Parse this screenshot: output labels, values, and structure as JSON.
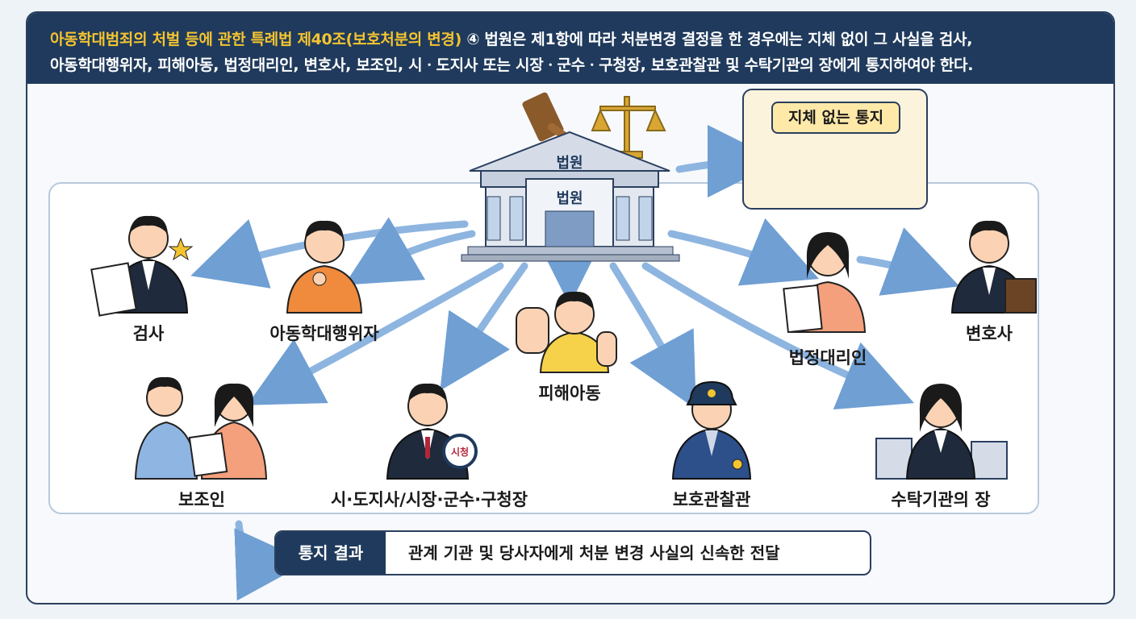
{
  "header": {
    "line1_gold": "아동학대범죄의 처벌 등에 관한 특례법 제40조(보호처분의 변경)",
    "line1_rest": " ④ 법원은 제1항에 따라 처분변경 결정을 한 경우에는 지체 없이 그 사실을 검사,",
    "line2": "아동학대행위자, 피해아동, 법정대리인, 변호사, 보조인, 시ㆍ도지사 또는 시장ㆍ군수ㆍ구청장, 보호관찰관 및 수탁기관의 장에게 통지하여야 한다."
  },
  "court": {
    "sign_top": "법원",
    "sign_main": "법원"
  },
  "notice": {
    "title": "지체 없는 통지"
  },
  "recipients": {
    "prosecutor": "검사",
    "abuser": "아동학대행위자",
    "victim": "피해아동",
    "legal_rep": "법정대리인",
    "lawyer": "변호사",
    "assistant": "보조인",
    "governor": "시·도지사/시장·군수·구청장",
    "probation": "보호관찰관",
    "consignee": "수탁기관의 장"
  },
  "governor_badge": "시청",
  "result": {
    "tag": "통지 결과",
    "text": "관계 기관 및 당사자에게 처분 변경 사실의 신속한 전달"
  },
  "colors": {
    "navy": "#1f3a5c",
    "gold": "#f4c430",
    "arrow": "#8db5e0",
    "orange": "#f08a3c",
    "yellow": "#f6d24a",
    "salmon": "#f4a07c"
  }
}
